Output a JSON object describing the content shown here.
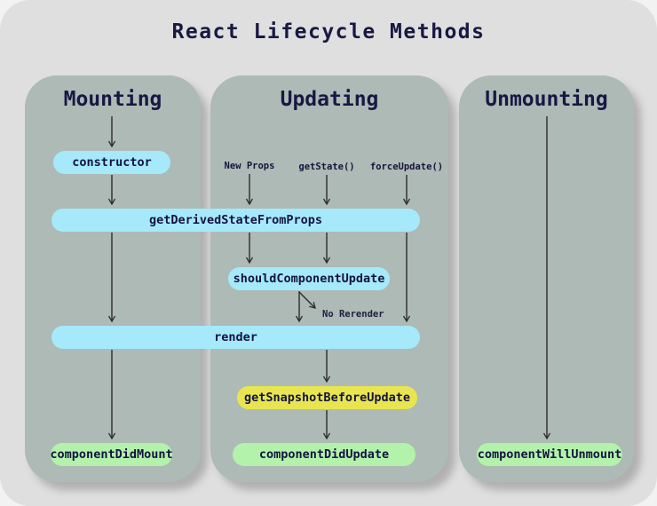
{
  "title": "React Lifecycle Methods",
  "columns": [
    {
      "label": "Mounting"
    },
    {
      "label": "Updating"
    },
    {
      "label": "Unmounting"
    }
  ],
  "triggers": [
    {
      "label": "New Props"
    },
    {
      "label": "getState()"
    },
    {
      "label": "forceUpdate()"
    }
  ],
  "nodes": [
    {
      "label": "constructor",
      "column": "Mounting",
      "color": "#a5e9fb"
    },
    {
      "label": "getDerivedStateFromProps",
      "column": "Mounting/Updating",
      "color": "#a5e9fb"
    },
    {
      "label": "shouldComponentUpdate",
      "column": "Updating",
      "color": "#a5e9fb"
    },
    {
      "label": "render",
      "column": "Mounting/Updating",
      "color": "#a5e9fb"
    },
    {
      "label": "getSnapshotBeforeUpdate",
      "column": "Updating",
      "color": "#e9e550"
    },
    {
      "label": "componentDidMount",
      "column": "Mounting",
      "color": "#b2f2ab"
    },
    {
      "label": "componentDidUpdate",
      "column": "Updating",
      "color": "#b2f2ab"
    },
    {
      "label": "componentWillUnmount",
      "column": "Unmounting",
      "color": "#b2f2ab"
    }
  ],
  "annotations": [
    {
      "label": "No Rerender"
    }
  ],
  "colors": {
    "page_background": "#dfdfdf",
    "outer_background": "#f2f2f2",
    "column_background": "#aebab5",
    "node_blue": "#a5e9fb",
    "node_yellow": "#e9e550",
    "node_green": "#b2f2ab",
    "heading_text": "#181843",
    "node_text": "#13133f",
    "arrow": "#2c2c2c"
  }
}
